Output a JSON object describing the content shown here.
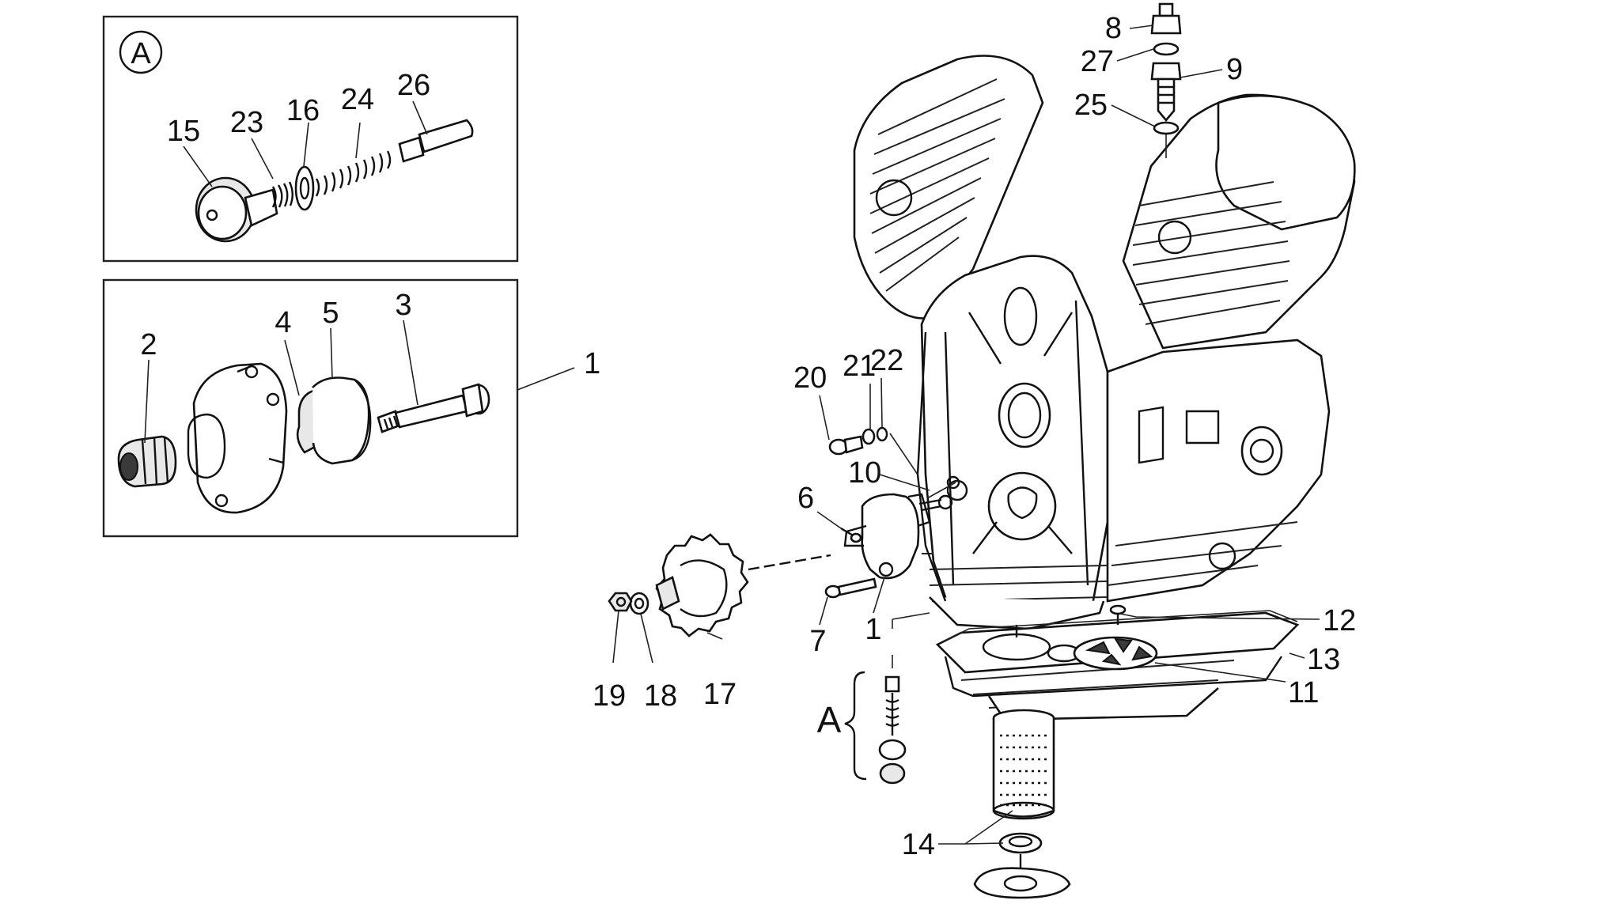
{
  "inset_a": {
    "marker": "A",
    "labels": [
      "15",
      "23",
      "16",
      "24",
      "26"
    ]
  },
  "inset_pump": {
    "labels": [
      "2",
      "4",
      "5",
      "3"
    ],
    "assembly_label": "1"
  },
  "callouts": {
    "c1": "1",
    "c6": "6",
    "c7": "7",
    "c8": "8",
    "c9": "9",
    "c10": "10",
    "c11": "11",
    "c12": "12",
    "c13": "13",
    "c14": "14",
    "c17": "17",
    "c18": "18",
    "c19": "19",
    "c20": "20",
    "c21": "21",
    "c22": "22",
    "c25": "25",
    "c27": "27"
  },
  "group_a_label": "A"
}
